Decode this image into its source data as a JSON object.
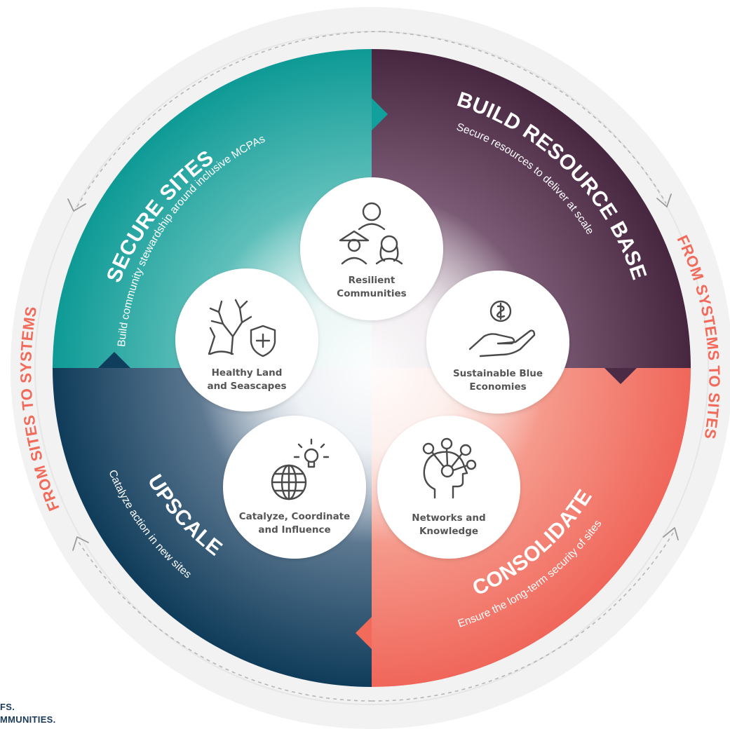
{
  "quadrants": [
    {
      "id": "secure",
      "title": "SECURE SITES",
      "subtitle": "Build community stewardship around inclusive MCPAs",
      "color": "#12a09c"
    },
    {
      "id": "build",
      "title": "BUILD RESOURCE BASE",
      "subtitle": "Secure resources to deliver at scale",
      "color": "#4a2a45"
    },
    {
      "id": "consolidate",
      "title": "CONSOLIDATE",
      "subtitle": "Ensure the long-term security of sites",
      "color": "#f26a5a"
    },
    {
      "id": "upscale",
      "title": "UPSCALE",
      "subtitle": "Catalyze action in new sites",
      "color": "#0f3e5c"
    }
  ],
  "outer_labels": {
    "left": "FROM SITES TO SYSTEMS",
    "right": "FROM SYSTEMS TO SITES"
  },
  "nodes": [
    {
      "id": "resilient",
      "icon": "people-icon",
      "line1": "Resilient",
      "line2": "Communities"
    },
    {
      "id": "blue",
      "icon": "hand-coin-icon",
      "line1": "Sustainable Blue",
      "line2": "Economies"
    },
    {
      "id": "networks",
      "icon": "head-network-icon",
      "line1": "Networks and",
      "line2": "Knowledge"
    },
    {
      "id": "catalyze",
      "icon": "globe-bulb-icon",
      "line1": "Catalyze, Coordinate",
      "line2": "and Influence"
    },
    {
      "id": "healthy",
      "icon": "coral-shield-icon",
      "line1": "Healthy Land",
      "line2": "and Seascapes"
    }
  ],
  "logo": {
    "line1": "FS.",
    "line2": "MMUNITIES."
  },
  "colors": {
    "accent": "#f26a5a",
    "teal": "#12a09c",
    "plum": "#4a2a45",
    "coral": "#f26a5a",
    "navy": "#0f3e5c"
  }
}
